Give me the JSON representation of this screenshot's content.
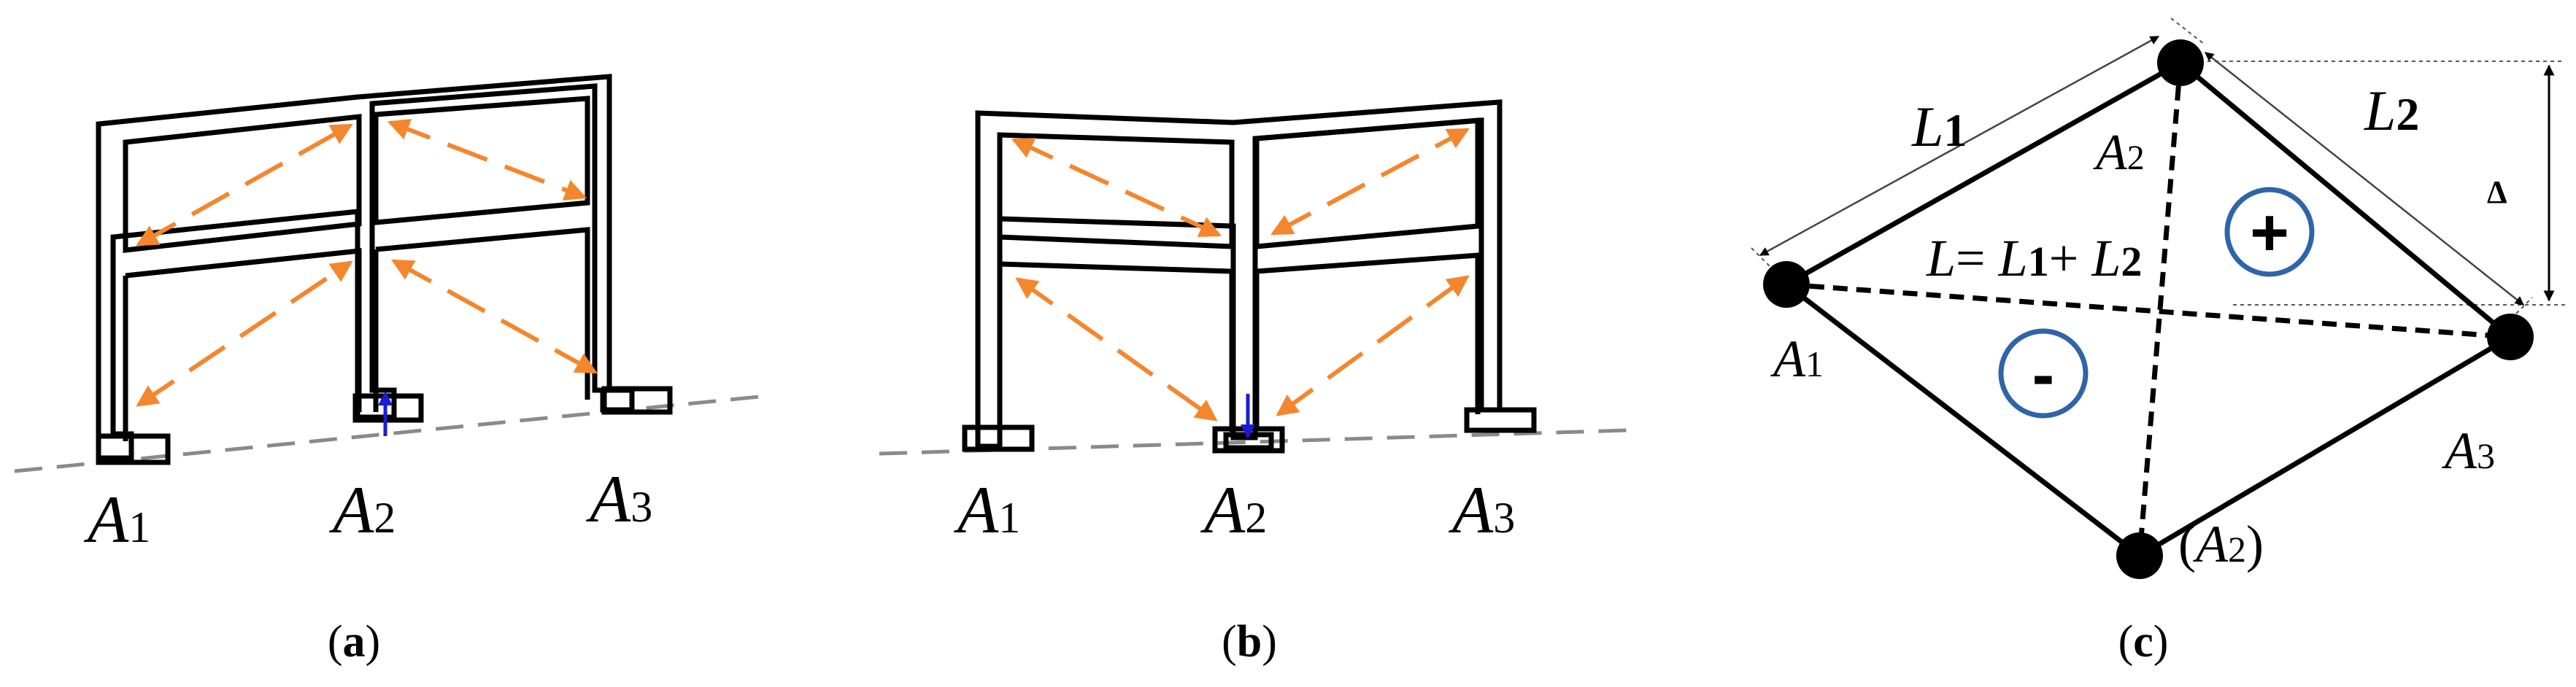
{
  "panel_a": {
    "labels": {
      "a1_base": "A",
      "a1_sub": "1",
      "a2_base": "A",
      "a2_sub": "2",
      "a3_base": "A",
      "a3_sub": "3"
    },
    "caption": {
      "open": "(",
      "letter": "a",
      "close": ")"
    }
  },
  "panel_b": {
    "labels": {
      "a1_base": "A",
      "a1_sub": "1",
      "a2_base": "A",
      "a2_sub": "2",
      "a3_base": "A",
      "a3_sub": "3"
    },
    "caption": {
      "open": "(",
      "letter": "b",
      "close": ")"
    }
  },
  "panel_c": {
    "l1_base": "L",
    "l1_sub": "1",
    "l2_base": "L",
    "l2_sub": "2",
    "delta": "Δ",
    "eq_l": "L",
    "eq_eq": "= ",
    "eq_l1": "L",
    "eq_1": "1",
    "eq_plus": "+ ",
    "eq_l2": "L",
    "eq_2": "2",
    "plus_sign": "+",
    "minus_sign": "-",
    "a1_base": "A",
    "a1_sub": "1",
    "a2_base": "A",
    "a2_sub": "2",
    "a3_base": "A",
    "a3_sub": "3",
    "a2p_open": "(",
    "a2p_base": "A",
    "a2p_sub": "2",
    "a2p_close": ")",
    "caption": {
      "open": "(",
      "letter": "c",
      "close": ")"
    }
  },
  "colors": {
    "strut": "#f4862e",
    "uplift_arrow": "#1b1bd6",
    "sign_circle": "#2e64a8",
    "ground": "#8a8a8a"
  }
}
